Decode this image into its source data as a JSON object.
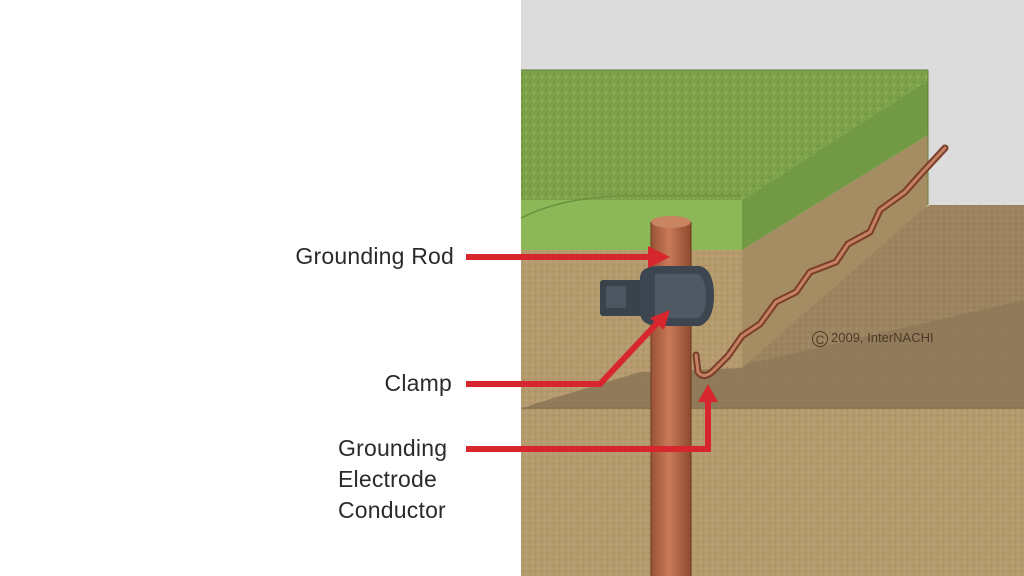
{
  "labels": {
    "grounding_rod": "Grounding Rod",
    "clamp": "Clamp",
    "gec_line1": "Grounding",
    "gec_line2": "Electrode",
    "gec_line3": "Conductor"
  },
  "watermark": {
    "symbol": "C",
    "text": "2009, InterNACHI"
  },
  "colors": {
    "leader": "#d8262f",
    "rod": "#b8694a",
    "clamp": "#3d4650",
    "grass": "#7ea24a",
    "soil": "#b49a6c",
    "wall": "#dcdcdc"
  }
}
